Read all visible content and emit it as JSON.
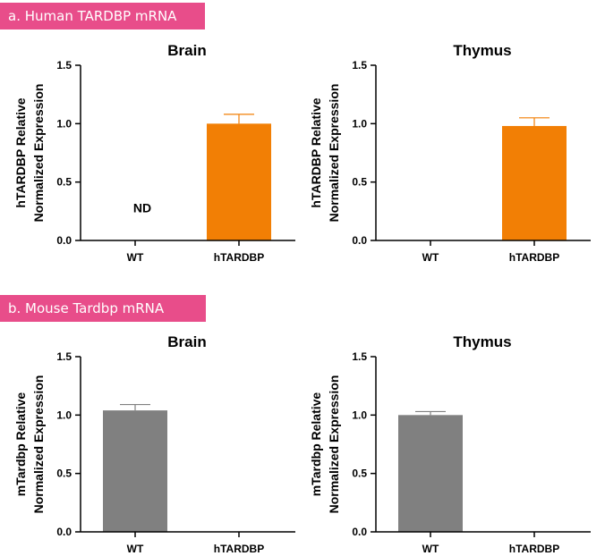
{
  "sections": [
    {
      "label": "a. Human TARDBP mRNA",
      "color": "#e84d8a",
      "charts": [
        {
          "type": "bar",
          "title": "Brain",
          "ylabel": [
            "hTARDBP Relative",
            "Normalized Expression"
          ],
          "categories": [
            "WT",
            "hTARDBP"
          ],
          "values": [
            0,
            1.0
          ],
          "errors": [
            0,
            0.08
          ],
          "colors": [
            "#f27f05",
            "#f27f05"
          ],
          "annotations": [
            {
              "category": "WT",
              "text": "ND",
              "y": 0.28
            }
          ],
          "ylim": [
            0,
            1.5
          ],
          "yticks": [
            0,
            0.5,
            1.0,
            1.5
          ],
          "ytick_labels": [
            "0.0",
            "0.5",
            "1.0",
            "1.5"
          ]
        },
        {
          "type": "bar",
          "title": "Thymus",
          "ylabel": [
            "hTARDBP Relative",
            "Normalized Expression"
          ],
          "categories": [
            "WT",
            "hTARDBP"
          ],
          "values": [
            0,
            0.98
          ],
          "errors": [
            0,
            0.07
          ],
          "colors": [
            "#f27f05",
            "#f27f05"
          ],
          "annotations": [],
          "ylim": [
            0,
            1.5
          ],
          "yticks": [
            0,
            0.5,
            1.0,
            1.5
          ],
          "ytick_labels": [
            "0.0",
            "0.5",
            "1.0",
            "1.5"
          ]
        }
      ]
    },
    {
      "label": "b. Mouse Tardbp mRNA",
      "color": "#e84d8a",
      "charts": [
        {
          "type": "bar",
          "title": "Brain",
          "ylabel": [
            "mTardbp Relative",
            "Normalized Expression"
          ],
          "categories": [
            "WT",
            "hTARDBP"
          ],
          "values": [
            1.04,
            0
          ],
          "errors": [
            0.05,
            0
          ],
          "colors": [
            "#808080",
            "#808080"
          ],
          "annotations": [],
          "ylim": [
            0,
            1.5
          ],
          "yticks": [
            0,
            0.5,
            1.0,
            1.5
          ],
          "ytick_labels": [
            "0.0",
            "0.5",
            "1.0",
            "1.5"
          ]
        },
        {
          "type": "bar",
          "title": "Thymus",
          "ylabel": [
            "mTardbp Relative",
            "Normalized Expression"
          ],
          "categories": [
            "WT",
            "hTARDBP"
          ],
          "values": [
            1.0,
            0
          ],
          "errors": [
            0.03,
            0
          ],
          "colors": [
            "#808080",
            "#808080"
          ],
          "annotations": [],
          "ylim": [
            0,
            1.5
          ],
          "yticks": [
            0,
            0.5,
            1.0,
            1.5
          ],
          "ytick_labels": [
            "0.0",
            "0.5",
            "1.0",
            "1.5"
          ]
        }
      ]
    }
  ]
}
